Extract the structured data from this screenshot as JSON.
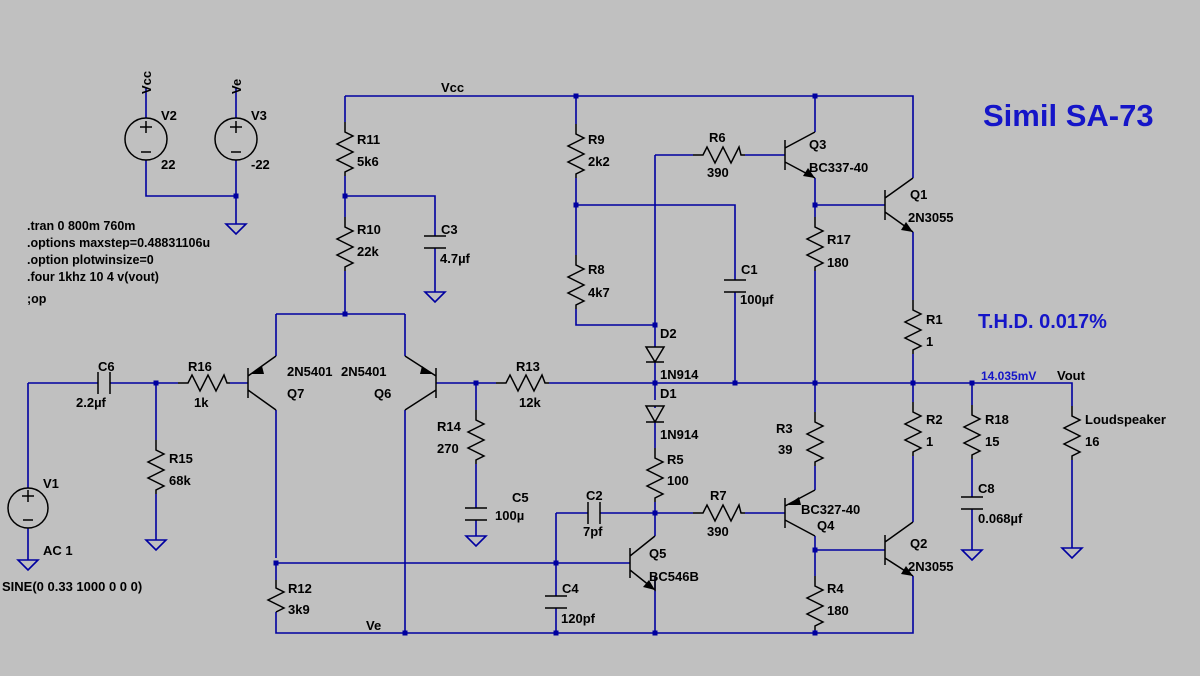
{
  "title": "Simil SA-73",
  "thd": "T.H.D. 0.017%",
  "probe": "14.035mV",
  "nets": {
    "vcc": "Vcc",
    "ve": "Ve",
    "vout": "Vout"
  },
  "directives": [
    ".tran 0 800m 760m",
    ".options maxstep=0.48831106u",
    ".option plotwinsize=0",
    ".four 1khz 10 4 v(vout)",
    ";op"
  ],
  "sources": {
    "v2": {
      "name": "V2",
      "value": "22",
      "net": "Vcc"
    },
    "v3": {
      "name": "V3",
      "value": "-22",
      "net": "Ve"
    },
    "v1": {
      "name": "V1",
      "value": "AC 1",
      "spec": "SINE(0 0.33 1000 0 0 0)"
    }
  },
  "resistors": {
    "r1": {
      "name": "R1",
      "value": "1"
    },
    "r2": {
      "name": "R2",
      "value": "1"
    },
    "r3": {
      "name": "R3",
      "value": "39"
    },
    "r4": {
      "name": "R4",
      "value": "180"
    },
    "r5": {
      "name": "R5",
      "value": "100"
    },
    "r6": {
      "name": "R6",
      "value": "390"
    },
    "r7": {
      "name": "R7",
      "value": "390"
    },
    "r8": {
      "name": "R8",
      "value": "4k7"
    },
    "r9": {
      "name": "R9",
      "value": "2k2"
    },
    "r10": {
      "name": "R10",
      "value": "22k"
    },
    "r11": {
      "name": "R11",
      "value": "5k6"
    },
    "r12": {
      "name": "R12",
      "value": "3k9"
    },
    "r13": {
      "name": "R13",
      "value": "12k"
    },
    "r14": {
      "name": "R14",
      "value": "270"
    },
    "r15": {
      "name": "R15",
      "value": "68k"
    },
    "r16": {
      "name": "R16",
      "value": "1k"
    },
    "r17": {
      "name": "R17",
      "value": "180"
    },
    "r18": {
      "name": "R18",
      "value": "15"
    },
    "load": {
      "name": "Loudspeaker",
      "value": "16"
    }
  },
  "capacitors": {
    "c1": {
      "name": "C1",
      "value": "100µf"
    },
    "c2": {
      "name": "C2",
      "value": "7pf"
    },
    "c3": {
      "name": "C3",
      "value": "4.7µf"
    },
    "c4": {
      "name": "C4",
      "value": "120pf"
    },
    "c5": {
      "name": "C5",
      "value": "100µ"
    },
    "c6": {
      "name": "C6",
      "value": "2.2µf"
    },
    "c8": {
      "name": "C8",
      "value": "0.068µf"
    }
  },
  "diodes": {
    "d1": {
      "name": "D1",
      "model": "1N914"
    },
    "d2": {
      "name": "D2",
      "model": "1N914"
    }
  },
  "transistors": {
    "q1": {
      "name": "Q1",
      "model": "2N3055"
    },
    "q2": {
      "name": "Q2",
      "model": "2N3055"
    },
    "q3": {
      "name": "Q3",
      "model": "BC337-40"
    },
    "q4": {
      "name": "Q4",
      "model": "BC327-40"
    },
    "q5": {
      "name": "Q5",
      "model": "BC546B"
    },
    "q6": {
      "name": "Q6",
      "model": "2N5401"
    },
    "q7": {
      "name": "Q7",
      "model": "2N5401"
    }
  }
}
